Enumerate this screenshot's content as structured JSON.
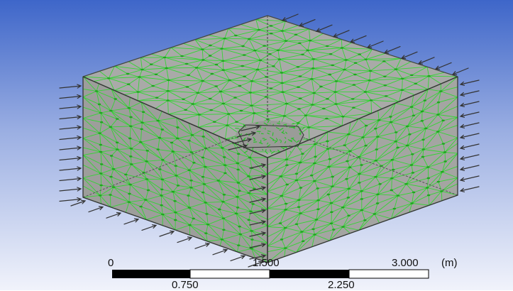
{
  "viewport": {
    "background_top": "#3e66c9",
    "background_bottom": "#f1f3fb",
    "mesh_color": "#2fd62f",
    "face_color": "#a7a7a7",
    "arrow_color": "#333333"
  },
  "scale_bar": {
    "top_labels": [
      "0",
      "1.500",
      "3.000"
    ],
    "bottom_labels": [
      "0.750",
      "2.250"
    ],
    "unit": "(m)"
  }
}
